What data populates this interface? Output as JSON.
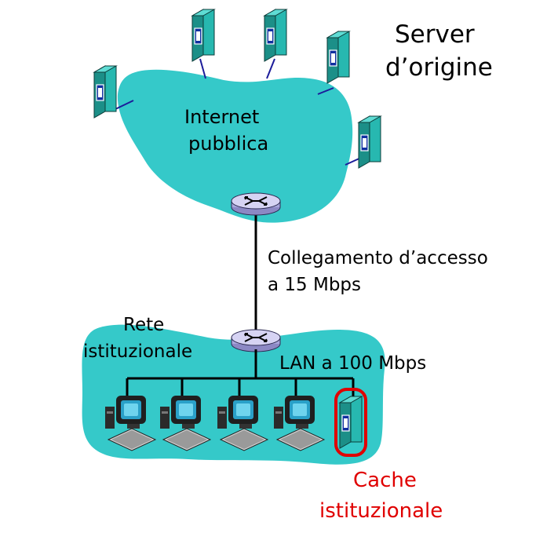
{
  "labels": {
    "server_line1": "Server",
    "server_line2": "d’origine",
    "internet_line1": "Internet",
    "internet_line2": "pubblica",
    "access_line1": "Collegamento d’accesso",
    "access_line2": "a 15 Mbps",
    "institution_line1": "Rete",
    "institution_line2": "istituzionale",
    "lan": "LAN a 100 Mbps",
    "cache_line1": "Cache",
    "cache_line2": "istituzionale"
  },
  "colors": {
    "cloud": "#35c9c9",
    "server_body": "#27b8b0",
    "server_side": "#1c8f88",
    "router": "#c9c6ec",
    "highlight": "#e00000",
    "link": "#000000"
  },
  "icons": {
    "server": "server-icon",
    "router": "router-icon",
    "workstation": "workstation-icon"
  }
}
